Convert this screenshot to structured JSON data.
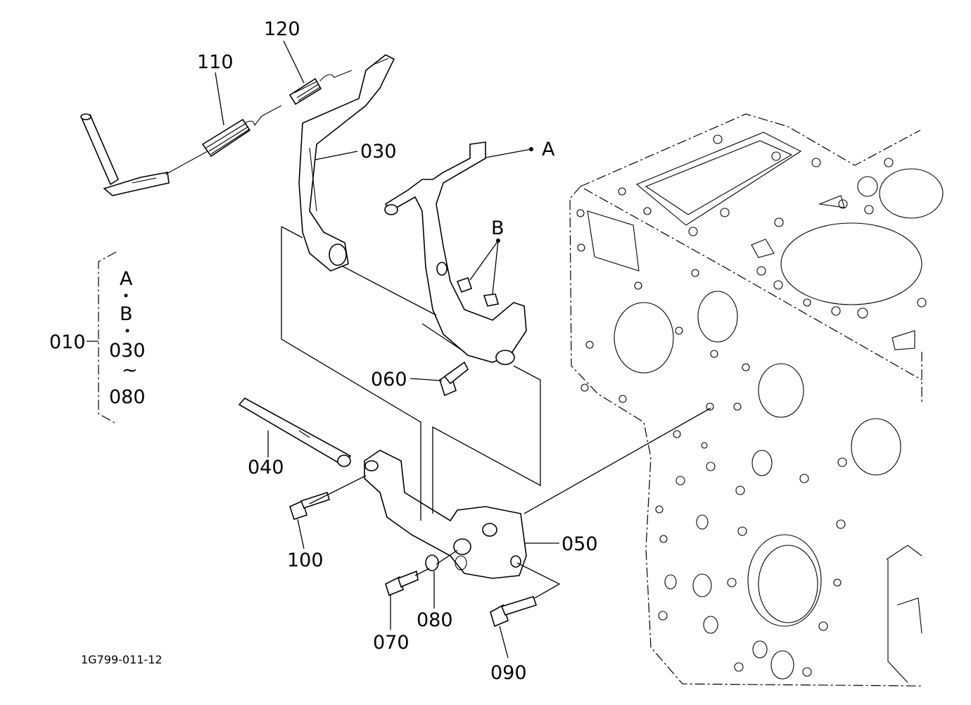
{
  "labels": {
    "p120": "120",
    "p110": "110",
    "p030": "030",
    "pA": "A",
    "pB": "B",
    "p060": "060",
    "p040": "040",
    "p100": "100",
    "p070": "070",
    "p080": "080",
    "p050": "050",
    "p090": "090",
    "p010": "010"
  },
  "bracket_list": {
    "item1": "A",
    "item2": "B",
    "item3": "030",
    "range_sign": "~",
    "item4": "080"
  },
  "drawing_ref": "1G799-011-12"
}
